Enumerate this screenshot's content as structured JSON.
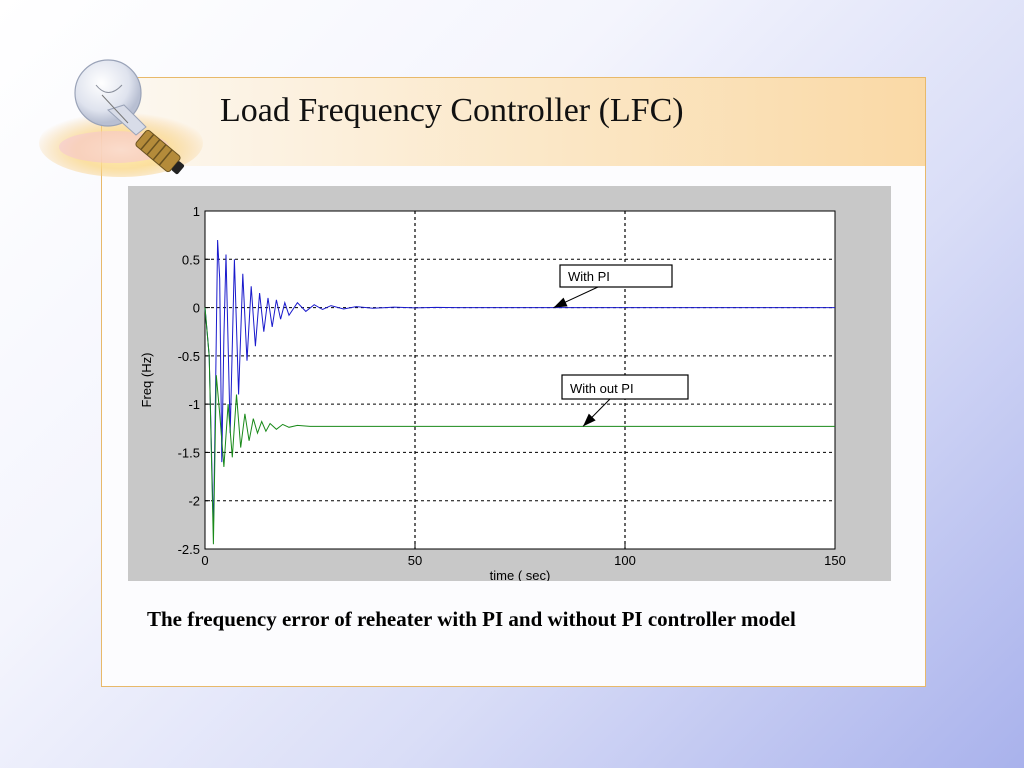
{
  "slide": {
    "title": "Load Frequency Controller (LFC)",
    "caption": "The frequency error of reheater with PI and without PI controller model"
  },
  "chart_data": {
    "type": "line",
    "title": "",
    "xlabel": "time ( sec)",
    "ylabel": "Freq (Hz)",
    "xlim": [
      0,
      150
    ],
    "ylim": [
      -2.5,
      1
    ],
    "xticks": [
      "0",
      "50",
      "100",
      "150"
    ],
    "yticks": [
      "1",
      "0.5",
      "0",
      "-0.5",
      "-1",
      "-1.5",
      "-2",
      "-2.5"
    ],
    "grid": "dashed",
    "series": [
      {
        "color": "#1a1acc",
        "x": [
          0,
          1,
          2,
          2.5,
          3,
          3.5,
          4,
          4.5,
          5,
          6,
          7,
          8,
          9,
          10,
          11,
          12,
          13,
          14,
          15,
          16,
          17,
          18,
          19,
          20,
          22,
          24,
          26,
          28,
          30,
          33,
          36,
          40,
          45,
          50,
          55,
          60,
          150
        ],
        "y": [
          0,
          -0.5,
          -2.3,
          -0.9,
          0.7,
          0.3,
          -1.6,
          -0.3,
          0.55,
          -1.3,
          0.5,
          -0.9,
          0.35,
          -0.55,
          0.22,
          -0.4,
          0.15,
          -0.25,
          0.1,
          -0.2,
          0.08,
          -0.12,
          0.05,
          -0.08,
          0.05,
          -0.04,
          0.03,
          -0.02,
          0.02,
          -0.015,
          0.01,
          -0.008,
          0.005,
          -0.003,
          0.002,
          0,
          0
        ]
      },
      {
        "color": "#1a8a1a",
        "x": [
          0,
          1,
          2,
          2.7,
          3.5,
          4.5,
          5.5,
          6.5,
          7.5,
          8.5,
          9.5,
          10.5,
          11.5,
          12.5,
          13.5,
          14.5,
          15.5,
          17,
          18.5,
          20,
          22,
          25,
          150
        ],
        "y": [
          0,
          -0.5,
          -2.45,
          -0.7,
          -1.1,
          -1.65,
          -1.0,
          -1.55,
          -0.9,
          -1.45,
          -1.1,
          -1.38,
          -1.15,
          -1.3,
          -1.18,
          -1.28,
          -1.2,
          -1.26,
          -1.21,
          -1.24,
          -1.22,
          -1.23,
          -1.23
        ]
      }
    ],
    "annotations": [
      {
        "text": "With PI",
        "target": [
          83,
          0
        ]
      },
      {
        "text": "With out PI",
        "target": [
          90,
          -1.23
        ]
      }
    ]
  }
}
